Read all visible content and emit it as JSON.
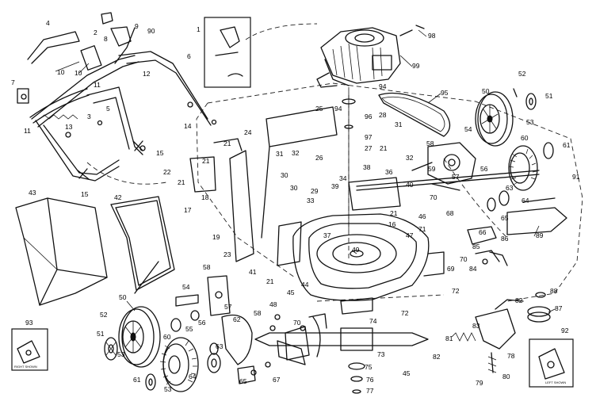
{
  "callouts": [
    {
      "id": "c1",
      "text": "1"
    },
    {
      "id": "c2",
      "text": "2"
    },
    {
      "id": "c3",
      "text": "3"
    },
    {
      "id": "c4",
      "text": "4"
    },
    {
      "id": "c5",
      "text": "5"
    },
    {
      "id": "c6",
      "text": "6"
    },
    {
      "id": "c7",
      "text": "7"
    },
    {
      "id": "c8",
      "text": "8"
    },
    {
      "id": "c9",
      "text": "9"
    },
    {
      "id": "c10",
      "text": "10"
    },
    {
      "id": "c10b",
      "text": "10"
    },
    {
      "id": "c11",
      "text": "11"
    },
    {
      "id": "c11b",
      "text": "11"
    },
    {
      "id": "c12",
      "text": "12"
    },
    {
      "id": "c13",
      "text": "13"
    },
    {
      "id": "c14",
      "text": "14"
    },
    {
      "id": "c15",
      "text": "15"
    },
    {
      "id": "c15b",
      "text": "15"
    },
    {
      "id": "c16",
      "text": "16"
    },
    {
      "id": "c17",
      "text": "17"
    },
    {
      "id": "c18",
      "text": "18"
    },
    {
      "id": "c19",
      "text": "19"
    },
    {
      "id": "c21",
      "text": "21"
    },
    {
      "id": "c21b",
      "text": "21"
    },
    {
      "id": "c21c",
      "text": "21"
    },
    {
      "id": "c21d",
      "text": "21"
    },
    {
      "id": "c21e",
      "text": "21"
    },
    {
      "id": "c21f",
      "text": "21"
    },
    {
      "id": "c22",
      "text": "22"
    },
    {
      "id": "c23",
      "text": "23"
    },
    {
      "id": "c24",
      "text": "24"
    },
    {
      "id": "c25",
      "text": "25"
    },
    {
      "id": "c26",
      "text": "26"
    },
    {
      "id": "c27",
      "text": "27"
    },
    {
      "id": "c28",
      "text": "28"
    },
    {
      "id": "c29",
      "text": "29"
    },
    {
      "id": "c30",
      "text": "30"
    },
    {
      "id": "c30b",
      "text": "30"
    },
    {
      "id": "c31",
      "text": "31"
    },
    {
      "id": "c31b",
      "text": "31"
    },
    {
      "id": "c32",
      "text": "32"
    },
    {
      "id": "c32b",
      "text": "32"
    },
    {
      "id": "c33",
      "text": "33"
    },
    {
      "id": "c34",
      "text": "34"
    },
    {
      "id": "c36",
      "text": "36"
    },
    {
      "id": "c37",
      "text": "37"
    },
    {
      "id": "c38",
      "text": "38"
    },
    {
      "id": "c39",
      "text": "39"
    },
    {
      "id": "c40",
      "text": "40"
    },
    {
      "id": "c41",
      "text": "41"
    },
    {
      "id": "c42",
      "text": "42"
    },
    {
      "id": "c43",
      "text": "43"
    },
    {
      "id": "c44",
      "text": "44"
    },
    {
      "id": "c45",
      "text": "45"
    },
    {
      "id": "c45b",
      "text": "45"
    },
    {
      "id": "c46",
      "text": "46"
    },
    {
      "id": "c47",
      "text": "47"
    },
    {
      "id": "c48",
      "text": "48"
    },
    {
      "id": "c49",
      "text": "49"
    },
    {
      "id": "c50",
      "text": "50"
    },
    {
      "id": "c50b",
      "text": "50"
    },
    {
      "id": "c51",
      "text": "51"
    },
    {
      "id": "c51b",
      "text": "51"
    },
    {
      "id": "c52",
      "text": "52"
    },
    {
      "id": "c52b",
      "text": "52"
    },
    {
      "id": "c53",
      "text": "53"
    },
    {
      "id": "c53b",
      "text": "53"
    },
    {
      "id": "c53c",
      "text": "53"
    },
    {
      "id": "c54",
      "text": "54"
    },
    {
      "id": "c54b",
      "text": "54"
    },
    {
      "id": "c55",
      "text": "55"
    },
    {
      "id": "c56",
      "text": "56"
    },
    {
      "id": "c56b",
      "text": "56"
    },
    {
      "id": "c57",
      "text": "57"
    },
    {
      "id": "c57b",
      "text": "57"
    },
    {
      "id": "c58",
      "text": "58"
    },
    {
      "id": "c58b",
      "text": "58"
    },
    {
      "id": "c58c",
      "text": "58"
    },
    {
      "id": "c59",
      "text": "59"
    },
    {
      "id": "c60",
      "text": "60"
    },
    {
      "id": "c60b",
      "text": "60"
    },
    {
      "id": "c61",
      "text": "61"
    },
    {
      "id": "c61b",
      "text": "61"
    },
    {
      "id": "c62",
      "text": "62"
    },
    {
      "id": "c63",
      "text": "63"
    },
    {
      "id": "c63b",
      "text": "63"
    },
    {
      "id": "c64",
      "text": "64"
    },
    {
      "id": "c64b",
      "text": "64"
    },
    {
      "id": "c65",
      "text": "65"
    },
    {
      "id": "c65b",
      "text": "65"
    },
    {
      "id": "c66",
      "text": "66"
    },
    {
      "id": "c67",
      "text": "67"
    },
    {
      "id": "c68",
      "text": "68"
    },
    {
      "id": "c69",
      "text": "69"
    },
    {
      "id": "c70",
      "text": "70"
    },
    {
      "id": "c70b",
      "text": "70"
    },
    {
      "id": "c70c",
      "text": "70"
    },
    {
      "id": "c71",
      "text": "71"
    },
    {
      "id": "c72",
      "text": "72"
    },
    {
      "id": "c72b",
      "text": "72"
    },
    {
      "id": "c73",
      "text": "73"
    },
    {
      "id": "c74",
      "text": "74"
    },
    {
      "id": "c75",
      "text": "75"
    },
    {
      "id": "c76",
      "text": "76"
    },
    {
      "id": "c77",
      "text": "77"
    },
    {
      "id": "c78",
      "text": "78"
    },
    {
      "id": "c79",
      "text": "79"
    },
    {
      "id": "c80",
      "text": "80"
    },
    {
      "id": "c81",
      "text": "81"
    },
    {
      "id": "c82",
      "text": "82"
    },
    {
      "id": "c82b",
      "text": "82"
    },
    {
      "id": "c83",
      "text": "83"
    },
    {
      "id": "c84",
      "text": "84"
    },
    {
      "id": "c85",
      "text": "85"
    },
    {
      "id": "c86",
      "text": "86"
    },
    {
      "id": "c87",
      "text": "87"
    },
    {
      "id": "c88",
      "text": "88"
    },
    {
      "id": "c89",
      "text": "89"
    },
    {
      "id": "c90",
      "text": "90"
    },
    {
      "id": "c91",
      "text": "91"
    },
    {
      "id": "c92",
      "text": "92"
    },
    {
      "id": "c93",
      "text": "93"
    },
    {
      "id": "c94",
      "text": "94"
    },
    {
      "id": "c94b",
      "text": "94"
    },
    {
      "id": "c95",
      "text": "95"
    },
    {
      "id": "c96",
      "text": "96"
    },
    {
      "id": "c97",
      "text": "97"
    },
    {
      "id": "c98",
      "text": "98"
    },
    {
      "id": "c99",
      "text": "99"
    }
  ],
  "inset_captions": {
    "right_side": "RIGHT SHOWN",
    "left_side": "LEFT SHOWN"
  }
}
